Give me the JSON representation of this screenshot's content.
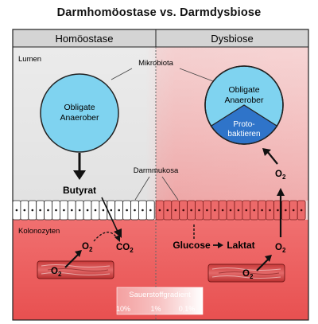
{
  "title": "Darmhomöostase vs. Darmdysbiose",
  "panels": {
    "left": "Homöostase",
    "right": "Dysbiose"
  },
  "labels": {
    "lumen": "Lumen",
    "mikrobiota": "Mikrobiota",
    "darmmukosa": "Darmmukosa",
    "kolonozyten": "Kolonozyten",
    "butyrat": "Butyrat",
    "glucose": "Glucose",
    "laktat": "Laktat"
  },
  "circle_left": {
    "line1": "Obligate",
    "line2": "Anaerober"
  },
  "circle_right": {
    "line1": "Obligate",
    "line2": "Anaerober",
    "wedge1": "Proto-",
    "wedge2": "baktieren"
  },
  "chem": {
    "o2": "O",
    "co2": "CO",
    "sub": "2"
  },
  "gradient": {
    "title": "Sauerstoffgradient",
    "ticks": [
      "10%",
      "1%",
      "0,1%"
    ]
  },
  "colors": {
    "panel_header": "#d9d9d9",
    "lumen_grey": "#e4e4e4",
    "tissue_red": "#ec5858",
    "circle_blue": "#7fd3f0",
    "wedge_blue": "#2f74c9",
    "border": "#222222"
  }
}
